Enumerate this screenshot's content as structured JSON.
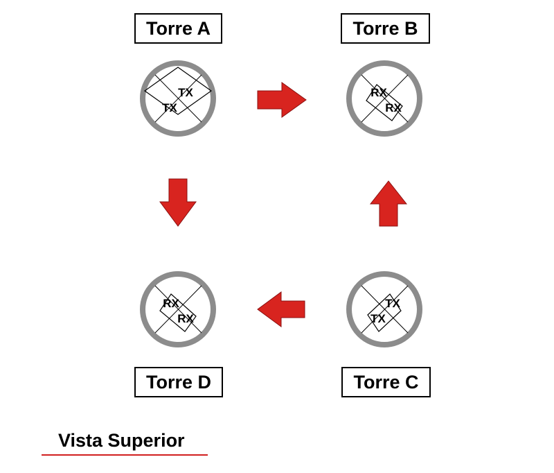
{
  "towers": [
    {
      "id": "a",
      "label": "Torre A",
      "codes": [
        "TX",
        "TX"
      ]
    },
    {
      "id": "b",
      "label": "Torre B",
      "codes": [
        "RX",
        "RX"
      ]
    },
    {
      "id": "c",
      "label": "Torre C",
      "codes": [
        "TX",
        "TX"
      ]
    },
    {
      "id": "d",
      "label": "Torre D",
      "codes": [
        "RX",
        "RX"
      ]
    }
  ],
  "arrows": [
    {
      "from": "a",
      "to": "b",
      "direction": "right"
    },
    {
      "from": "a",
      "to": "d",
      "direction": "down"
    },
    {
      "from": "c",
      "to": "b",
      "direction": "up"
    },
    {
      "from": "c",
      "to": "d",
      "direction": "left"
    }
  ],
  "caption": "Vista Superior",
  "colors": {
    "arrow": "#d8241f",
    "arrow_outline": "#8a1010",
    "ring": "#8c8c8c",
    "caption_underline": "#d11f1f",
    "border": "#000000"
  }
}
